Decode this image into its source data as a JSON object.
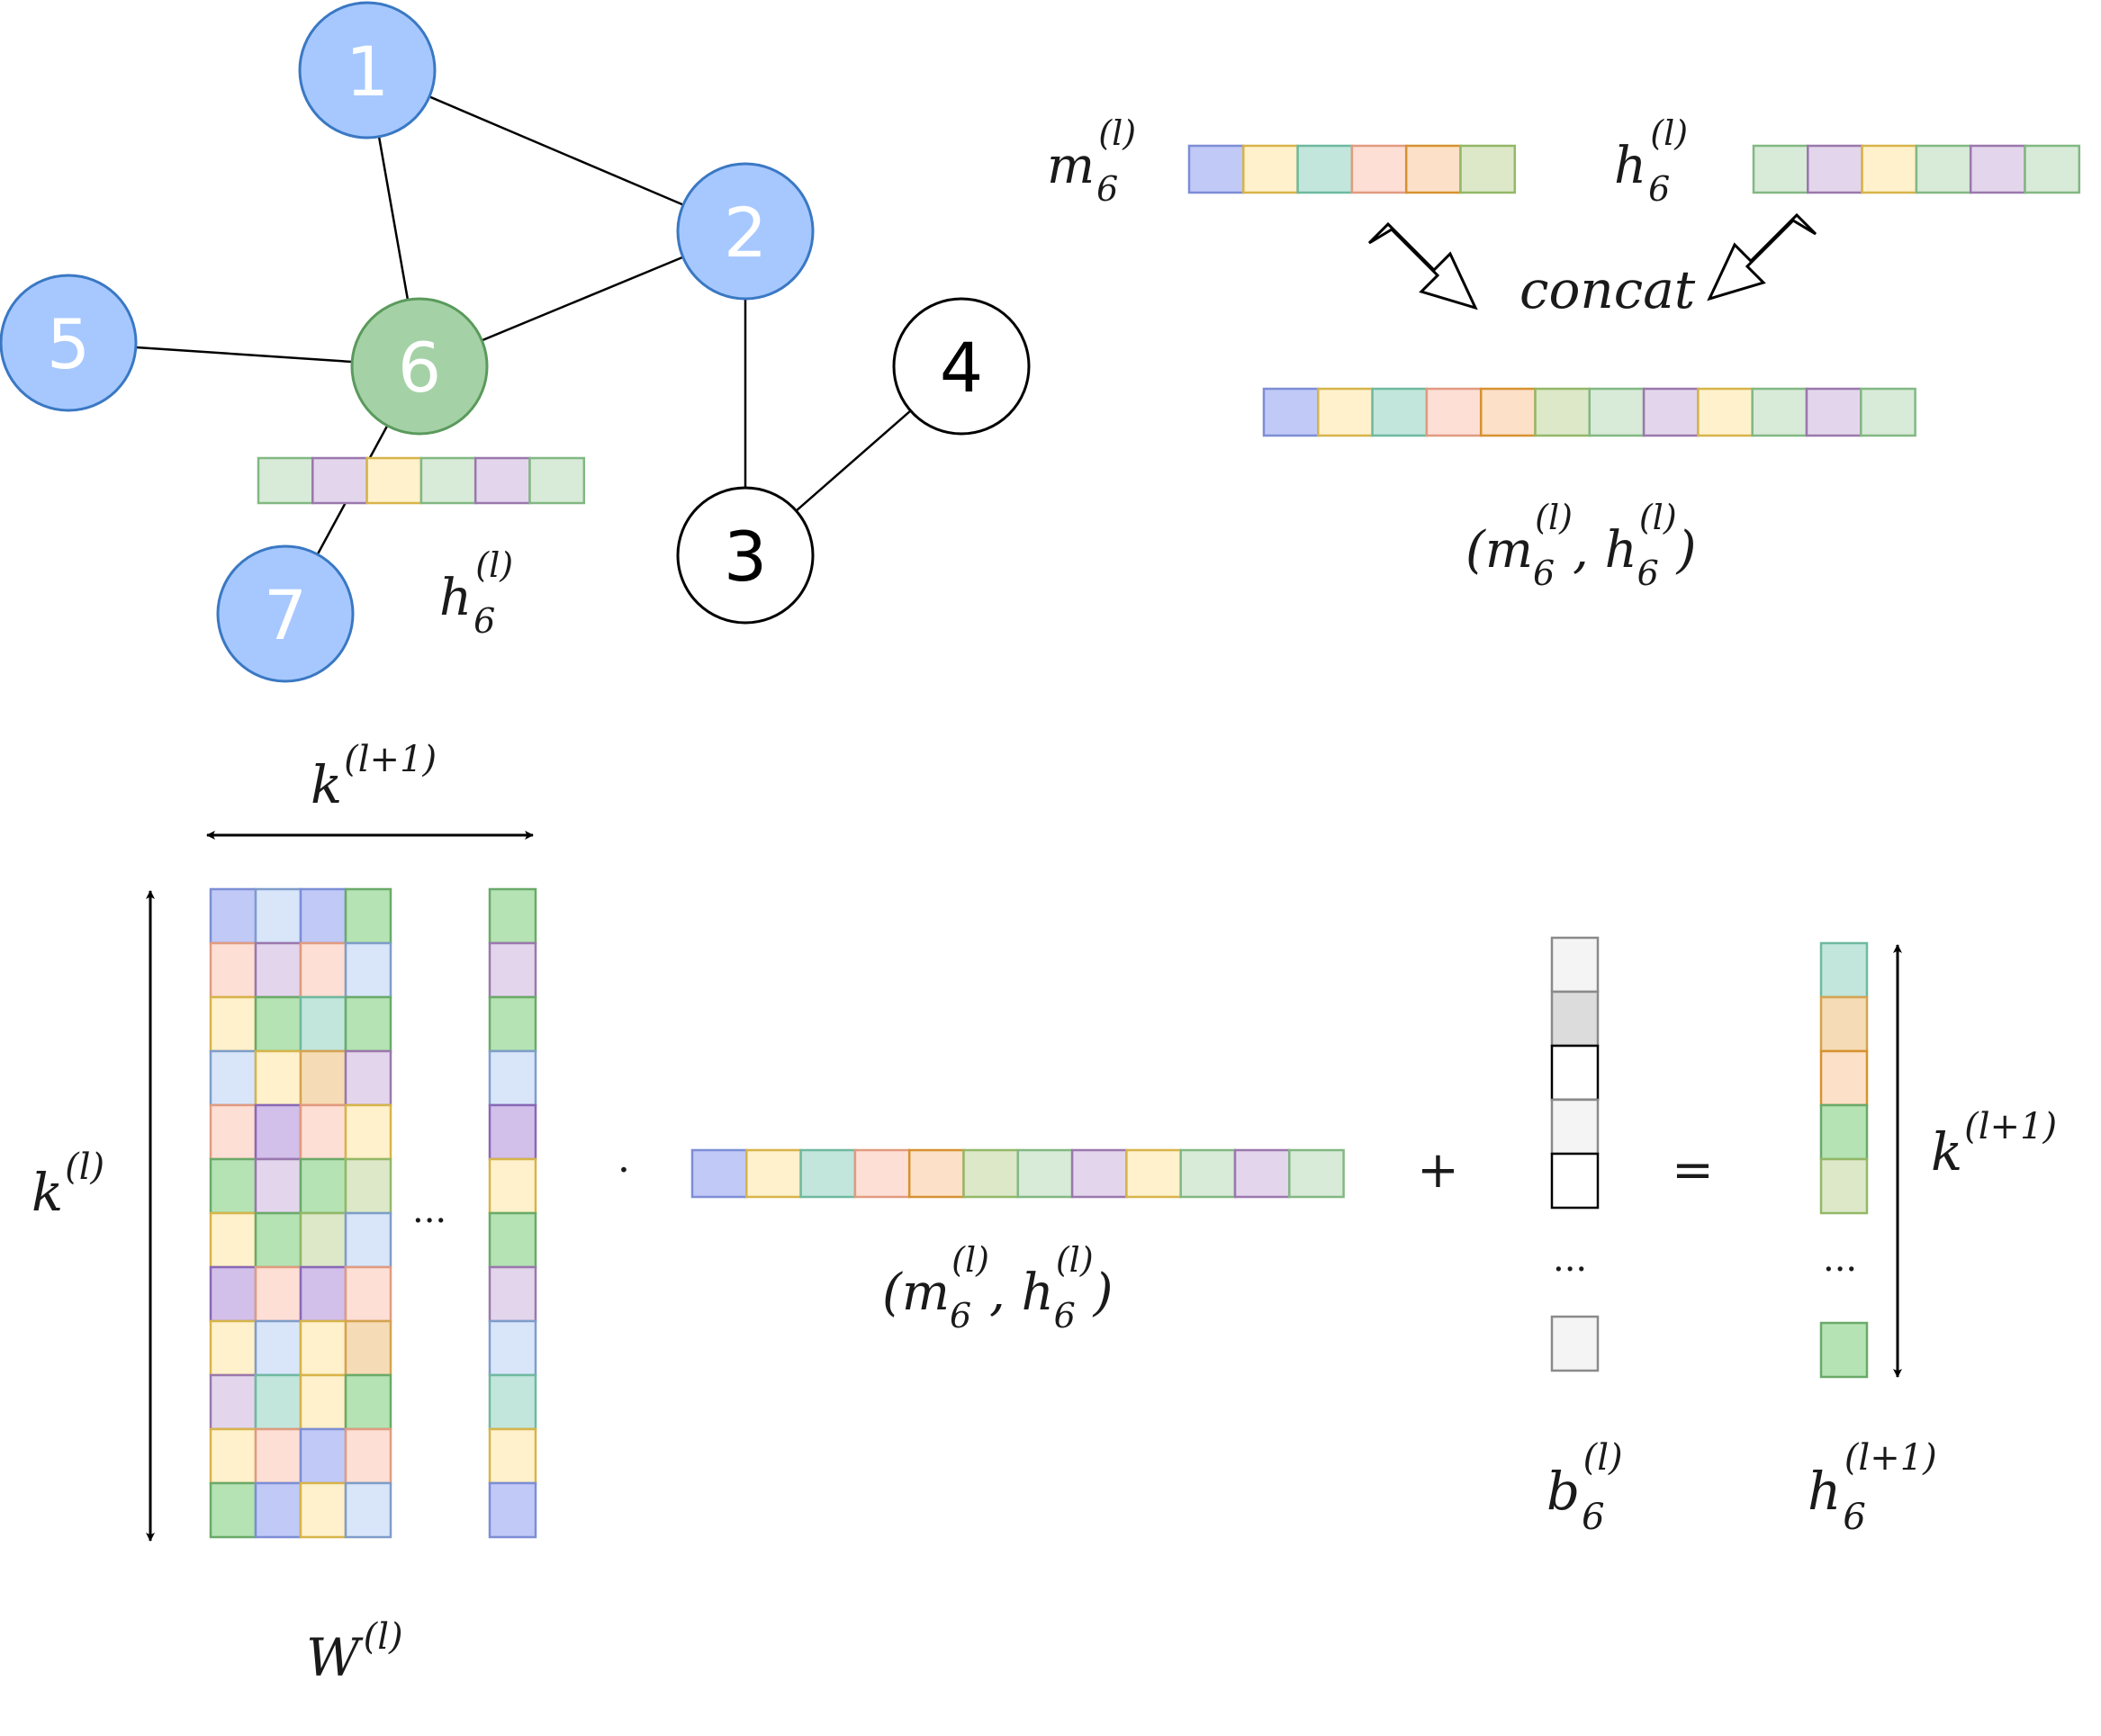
{
  "graph": {
    "nodes": [
      {
        "id": "1",
        "label": "1",
        "kind": "neighbor"
      },
      {
        "id": "2",
        "label": "2",
        "kind": "neighbor"
      },
      {
        "id": "3",
        "label": "3",
        "kind": "other"
      },
      {
        "id": "4",
        "label": "4",
        "kind": "other"
      },
      {
        "id": "5",
        "label": "5",
        "kind": "neighbor"
      },
      {
        "id": "6",
        "label": "6",
        "kind": "target"
      },
      {
        "id": "7",
        "label": "7",
        "kind": "neighbor"
      }
    ],
    "edges": [
      [
        "1",
        "2"
      ],
      [
        "1",
        "6"
      ],
      [
        "2",
        "6"
      ],
      [
        "5",
        "6"
      ],
      [
        "6",
        "7"
      ],
      [
        "2",
        "3"
      ],
      [
        "3",
        "4"
      ]
    ],
    "h6_label": {
      "base": "h",
      "sub": "6",
      "sup": "(l)"
    }
  },
  "concat_section": {
    "m6_label": {
      "base": "m",
      "sub": "6",
      "sup": "(l)"
    },
    "h6_label": {
      "base": "h",
      "sub": "6",
      "sup": "(l)"
    },
    "concat_text": "concat",
    "pair_label": {
      "open": "(",
      "a_base": "m",
      "a_sub": "6",
      "a_sup": "(l)",
      "sep": ", ",
      "b_base": "h",
      "b_sub": "6",
      "b_sup": "(l)",
      "close": ")"
    }
  },
  "equation": {
    "width_label": {
      "base": "k",
      "sup": "(l+1)"
    },
    "height_label": {
      "base": "k",
      "sup": "(l)"
    },
    "w_label": {
      "base": "W",
      "sup": "(l)"
    },
    "dot_symbol": "·",
    "plus_symbol": "+",
    "equals_symbol": "=",
    "ellipsis": "...",
    "vector_label": {
      "open": "(",
      "a_base": "m",
      "a_sub": "6",
      "a_sup": "(l)",
      "sep": ", ",
      "b_base": "h",
      "b_sub": "6",
      "b_sup": "(l)",
      "close": ")"
    },
    "bias_label": {
      "base": "b",
      "sub": "6",
      "sup": "(l)"
    },
    "out_label": {
      "base": "h",
      "sub": "6",
      "sup": "(l+1)"
    },
    "out_dim_label": {
      "base": "k",
      "sup": "(l+1)"
    }
  },
  "palette": {
    "node_blue_fill": "#a6c8ff",
    "node_blue_stroke": "#3a78c3",
    "node_green_fill": "#a5d1a7",
    "node_green_stroke": "#5a9a5c",
    "c_blue": [
      "#c1c9f7",
      "#7d8ed6"
    ],
    "c_yellow": [
      "#fff1cc",
      "#d7b44a"
    ],
    "c_teal": [
      "#c3e6dc",
      "#6fb9a0"
    ],
    "c_peach": [
      "#fddfd5",
      "#e19b80"
    ],
    "c_orange": [
      "#fde0c8",
      "#d69230"
    ],
    "c_lime": [
      "#dde8c9",
      "#93b868"
    ],
    "c_mint": [
      "#d8ead8",
      "#82b883"
    ],
    "c_lavender": [
      "#e3d6ec",
      "#9a78ad"
    ],
    "c_green": [
      "#b5e3b4",
      "#6aaa69"
    ],
    "c_lightblue": [
      "#d9e6fa",
      "#7f9dc9"
    ],
    "c_purple": [
      "#d2bfea",
      "#8a68b6"
    ],
    "c_tan": [
      "#f5dcb6",
      "#d6a351"
    ],
    "c_grey": [
      "#f4f4f4",
      "#8a8a8a"
    ],
    "c_dgrey": [
      "#dcdcdc",
      "#8a8a8a"
    ],
    "c_white": [
      "#ffffff",
      "#000000"
    ]
  },
  "vectors": {
    "m6": [
      "c_blue",
      "c_yellow",
      "c_teal",
      "c_peach",
      "c_orange",
      "c_lime"
    ],
    "h6": [
      "c_mint",
      "c_lavender",
      "c_yellow",
      "c_mint",
      "c_lavender",
      "c_mint"
    ],
    "concat": [
      "c_blue",
      "c_yellow",
      "c_teal",
      "c_peach",
      "c_orange",
      "c_lime",
      "c_mint",
      "c_lavender",
      "c_yellow",
      "c_mint",
      "c_lavender",
      "c_mint"
    ],
    "bias": [
      "c_grey",
      "c_dgrey",
      "c_white",
      "c_grey",
      "c_white"
    ],
    "bias_last": "c_grey",
    "out": [
      "c_teal",
      "c_tan",
      "c_orange",
      "c_green",
      "c_lime"
    ],
    "out_last": "c_green"
  },
  "matrix": {
    "cols": [
      [
        "c_blue",
        "c_peach",
        "c_yellow",
        "c_lightblue",
        "c_peach",
        "c_green",
        "c_yellow",
        "c_purple",
        "c_yellow",
        "c_lavender",
        "c_yellow",
        "c_green"
      ],
      [
        "c_lightblue",
        "c_lavender",
        "c_green",
        "c_yellow",
        "c_purple",
        "c_lavender",
        "c_green",
        "c_peach",
        "c_lightblue",
        "c_teal",
        "c_peach",
        "c_blue"
      ],
      [
        "c_blue",
        "c_peach",
        "c_teal",
        "c_tan",
        "c_peach",
        "c_green",
        "c_lime",
        "c_purple",
        "c_yellow",
        "c_yellow",
        "c_blue",
        "c_yellow"
      ],
      [
        "c_green",
        "c_lightblue",
        "c_green",
        "c_lavender",
        "c_yellow",
        "c_lime",
        "c_lightblue",
        "c_peach",
        "c_tan",
        "c_green",
        "c_peach",
        "c_lightblue"
      ]
    ],
    "last_col": [
      "c_green",
      "c_lavender",
      "c_green",
      "c_lightblue",
      "c_purple",
      "c_yellow",
      "c_green",
      "c_lavender",
      "c_lightblue",
      "c_teal",
      "c_yellow",
      "c_blue"
    ]
  }
}
